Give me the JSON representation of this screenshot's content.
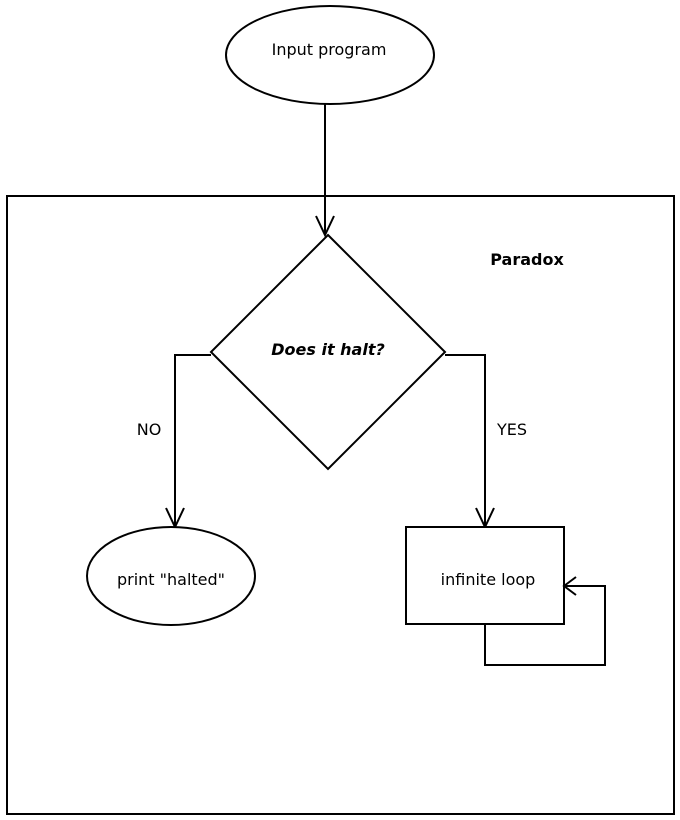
{
  "diagram": {
    "container_label": "Paradox",
    "nodes": {
      "start": "Input program",
      "decision": "Does it halt?",
      "halted": "print \"halted\"",
      "loop": "infinite loop"
    },
    "edges": {
      "no": "NO",
      "yes": "YES"
    }
  }
}
